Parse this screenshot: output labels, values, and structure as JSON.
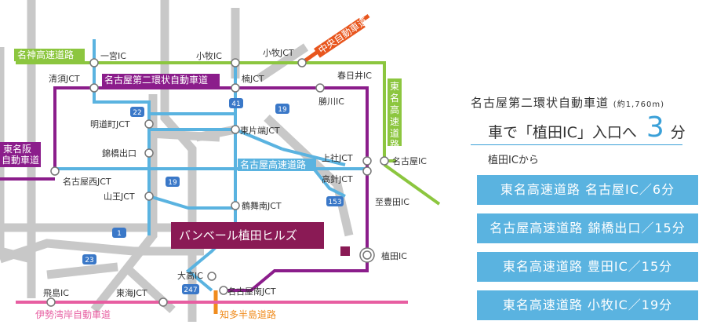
{
  "colors": {
    "green": "#8cc63f",
    "purple": "#8b1d8b",
    "blue": "#5ab3e0",
    "orange": "#f08c1e",
    "red_orange": "#e8561e",
    "pink": "#e75ea1",
    "gray": "#c8c8c8",
    "maroon": "#8a1a55"
  },
  "map": {
    "expressways": {
      "meishin": "名神高速道路",
      "chuo": "中央自動車道",
      "tomei_vertical": "東名高速道路",
      "tomei_han": "東名阪自動車道",
      "nagoya_2nd_ring": "名古屋第二環状自動車道",
      "nagoya_expressway": "名古屋高速道路",
      "isewangan": "伊勢湾岸自動車道",
      "chita_hanto": "知多半島道路"
    },
    "places": {
      "ichinomiya_ic": "一宮IC",
      "komaki_ic": "小牧IC",
      "komaki_jct": "小牧JCT",
      "kiyosu_jct": "清須JCT",
      "kusunoki_jct": "楠JCT",
      "kasugai_ic": "春日井IC",
      "kachigawa_ic": "勝川IC",
      "meijicho_jct": "明道町JCT",
      "higashikataha_jct": "東片端JCT",
      "tsuruhashi_exit": "錦橋出口",
      "nagoya_ic": "名古屋IC",
      "kamiyashiro_jct": "上社JCT",
      "takabari_jct": "高針JCT",
      "nagoyanishi_jct": "名古屋西JCT",
      "sanno_jct": "山王JCT",
      "tsurumaiminami_jct": "鶴舞南JCT",
      "toyota_ic": "至豊田IC",
      "ueda_ic": "植田IC",
      "tobishima_ic": "飛島IC",
      "tokai_jct": "東海JCT",
      "odaka_ic": "大高IC",
      "nagoyaminami_jct": "名古屋南JCT"
    },
    "route_numbers": {
      "r22": "22",
      "r41": "41",
      "r19a": "19",
      "r19b": "19",
      "r153": "153",
      "r1": "1",
      "r23": "23",
      "r247": "247"
    },
    "property_label": "バンベール植田ヒルズ"
  },
  "panel": {
    "route_name": "名古屋第二環状自動車道",
    "route_distance": "(約1,760m)",
    "time_prefix": "車で「植田IC」入口へ",
    "time_value": "3",
    "time_unit": "分",
    "from_label": "植田ICから",
    "destinations": [
      "東名高速道路 名古屋IC／6分",
      "名古屋高速道路 錦橋出口／15分",
      "東名高速道路 豊田IC／15分",
      "東名高速道路 小牧IC／19分"
    ]
  }
}
